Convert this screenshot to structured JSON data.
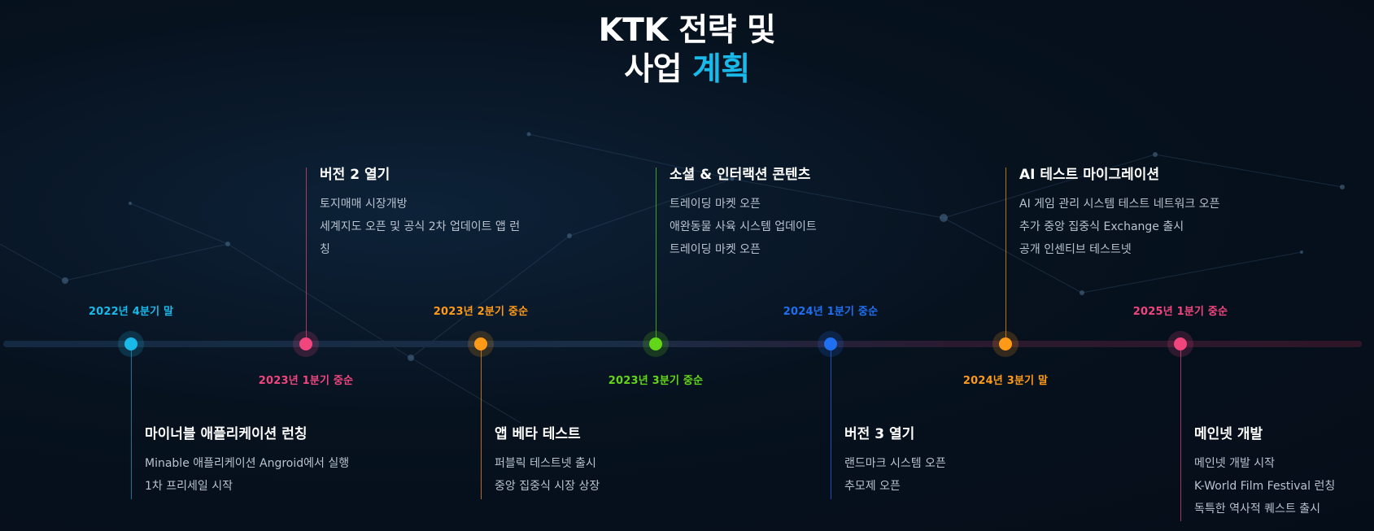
{
  "title": {
    "line1": "KTK 전략 및",
    "line2_prefix": "사업 ",
    "line2_accent": "계획"
  },
  "colors": {
    "cyan": "#19b9ea",
    "pink": "#f0457d",
    "orange": "#ff9a18",
    "green": "#62d618",
    "blue": "#1f6ff0"
  },
  "milestones": [
    {
      "date": "2022년 4분기 말",
      "title": "마이너블 애플리케이션 런칭",
      "items": [
        "Minable 애플리케이션 Angroid에서 실행",
        "1차 프리세일 시작"
      ]
    },
    {
      "date": "2023년 1분기 중순",
      "title": "버전 2 열기",
      "items": [
        "토지매매 시장개방",
        "세계지도 오픈 및 공식 2차 업데이트 앱 런",
        "칭"
      ]
    },
    {
      "date": "2023년 2분기 중순",
      "title": "앱 베타 테스트",
      "items": [
        "퍼블릭 테스트넷 출시",
        "중앙 집중식 시장 상장"
      ]
    },
    {
      "date": "2023년 3분기 중순",
      "title": "소셜 & 인터랙션 콘텐츠",
      "items": [
        "트레이딩 마켓 오픈",
        "애완동물 사육 시스템 업데이트",
        "트레이딩 마켓 오픈"
      ]
    },
    {
      "date": "2024년 1분기 중순",
      "title": "버전 3 열기",
      "items": [
        "랜드마크 시스템 오픈",
        "추모제 오픈"
      ]
    },
    {
      "date": "2024년 3분기 말",
      "title": "AI 테스트 마이그레이션",
      "items": [
        "AI 게임 관리 시스템 테스트 네트워크 오픈",
        "추가 중앙 집중식 Exchange 출시",
        "공개 인센티브 테스트넷"
      ]
    },
    {
      "date": "2025년 1분기 중순",
      "title": "메인넷 개발",
      "items": [
        "메인넷 개발 시작",
        "K-World Film Festival 런칭",
        "독특한 역사적 퀘스트 출시"
      ]
    }
  ]
}
